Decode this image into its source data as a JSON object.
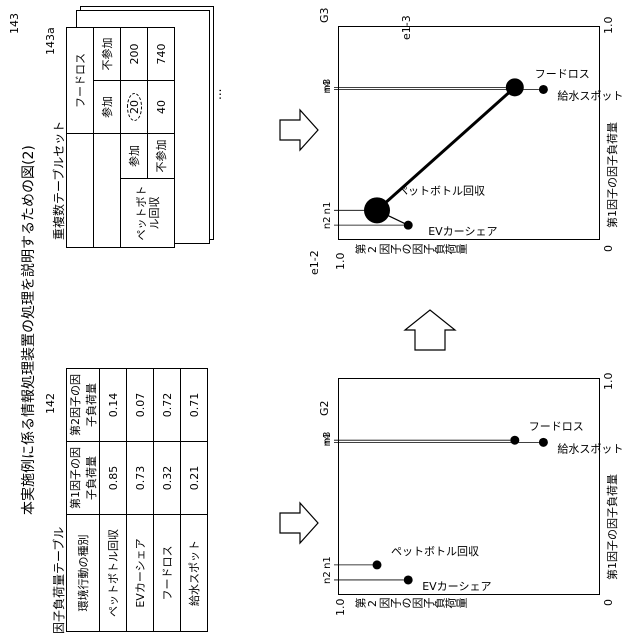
{
  "figure_title": "本実施例に係る情報処理装置の処理を説明するための図(2)",
  "table1": {
    "title": "因子負荷量テーブル",
    "ref": "142",
    "headers": [
      "環境行動の種別",
      "第1因子の因子負荷量",
      "第2因子の因子負荷量"
    ],
    "rows": [
      [
        "ペットボトル回収",
        "0.85",
        "0.14"
      ],
      [
        "EVカーシェア",
        "0.73",
        "0.07"
      ],
      [
        "フードロス",
        "0.32",
        "0.72"
      ],
      [
        "給水スポット",
        "0.21",
        "0.71"
      ]
    ]
  },
  "table2": {
    "title": "重複数テーブルセット",
    "ref": "143",
    "subref": "143a",
    "row_header": "ペットボトル回収",
    "col_header": "フードロス",
    "participate": "参加",
    "not_participate": "不参加",
    "cells": [
      [
        "20",
        "200"
      ],
      [
        "40",
        "740"
      ]
    ],
    "ellipsis": "..."
  },
  "chart_g2": {
    "label": "G2",
    "xlabel": "第1因子の因子負荷量",
    "ylabel": "第2因子の因子負荷量",
    "origin": "0",
    "x_max": "1.0",
    "y_max": "1.0",
    "points": [
      {
        "id": "n1",
        "name": "ペットボトル回収",
        "x": 0.85,
        "y": 0.14
      },
      {
        "id": "n2",
        "name": "EVカーシェア",
        "x": 0.73,
        "y": 0.07
      },
      {
        "id": "n3",
        "name": "フードロス",
        "x": 0.32,
        "y": 0.72
      },
      {
        "id": "n4",
        "name": "給水スポット",
        "x": 0.21,
        "y": 0.71
      }
    ]
  },
  "chart_g3": {
    "label": "G3",
    "xlabel": "第1因子の因子負荷量",
    "ylabel": "第2因子の因子負荷量",
    "origin": "0",
    "x_max": "1.0",
    "y_max": "1.0",
    "edge_label": "e1-3",
    "edge2_label": "e1-2",
    "points": [
      {
        "id": "n1",
        "name": "ペットボトル回収",
        "x": 0.85,
        "y": 0.14
      },
      {
        "id": "n2",
        "name": "EVカーシェア",
        "x": 0.73,
        "y": 0.07
      },
      {
        "id": "n3",
        "name": "フードロス",
        "x": 0.32,
        "y": 0.72
      },
      {
        "id": "n4",
        "name": "給水スポット",
        "x": 0.21,
        "y": 0.71
      }
    ]
  }
}
